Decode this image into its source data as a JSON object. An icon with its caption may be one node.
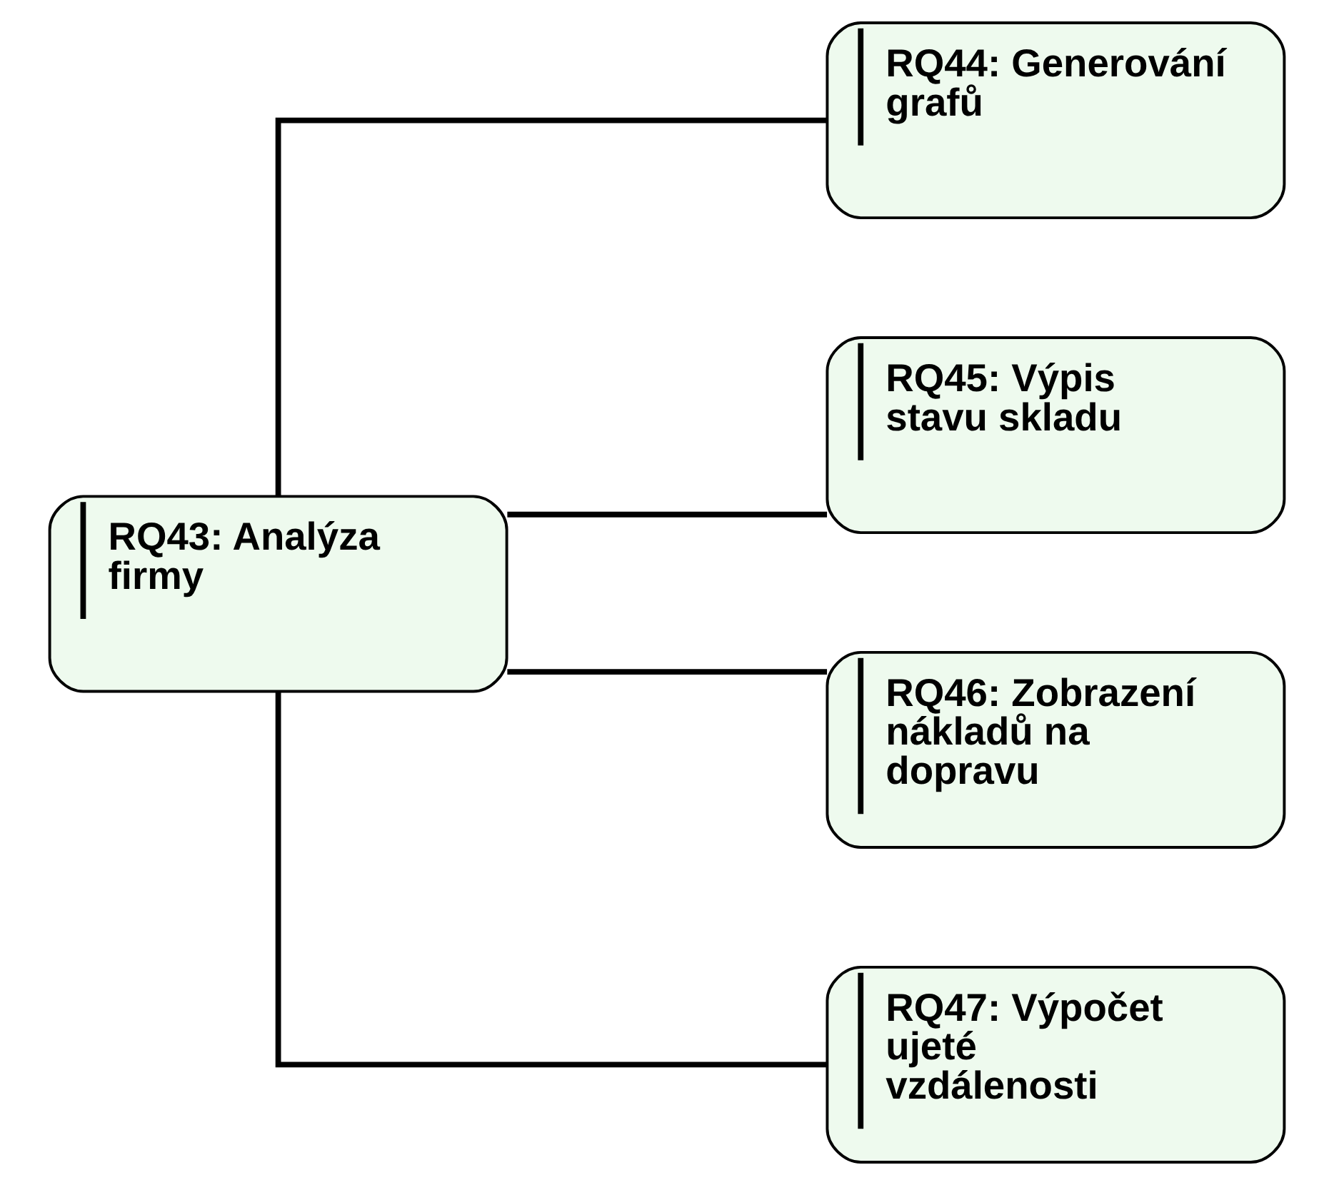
{
  "diagram": {
    "nodes": [
      {
        "text": [
          "RQ43: Analýza firmy"
        ]
      },
      {
        "text": [
          "RQ44: Generování grafů"
        ]
      },
      {
        "text": [
          "RQ45: Výpis stavu skladu"
        ]
      },
      {
        "text": [
          "RQ46: Zobrazení nákladů na dopravu"
        ]
      },
      {
        "text": [
          "RQ47: Výpočet ujeté vzdálenosti"
        ]
      }
    ],
    "edges": [
      {
        "from": 0,
        "to": 1,
        "arrow": "none"
      },
      {
        "from": 0,
        "to": 2,
        "arrow": "none"
      },
      {
        "from": 0,
        "to": 3,
        "arrow": "none"
      },
      {
        "from": 0,
        "to": 4,
        "arrow": "none"
      }
    ]
  }
}
